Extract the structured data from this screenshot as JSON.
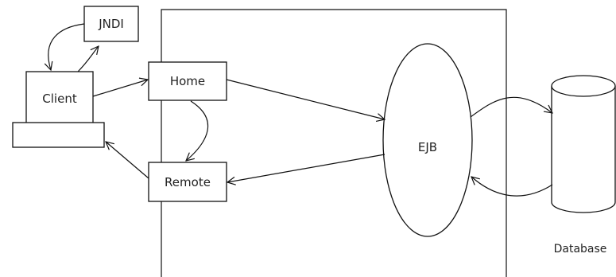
{
  "nodes": {
    "jndi": "JNDI",
    "client": "Client",
    "home": "Home",
    "remote": "Remote",
    "ejb": "EJB",
    "database": "Database"
  },
  "colors": {
    "stroke": "#111111",
    "text": "#222222",
    "background": "#ffffff"
  }
}
